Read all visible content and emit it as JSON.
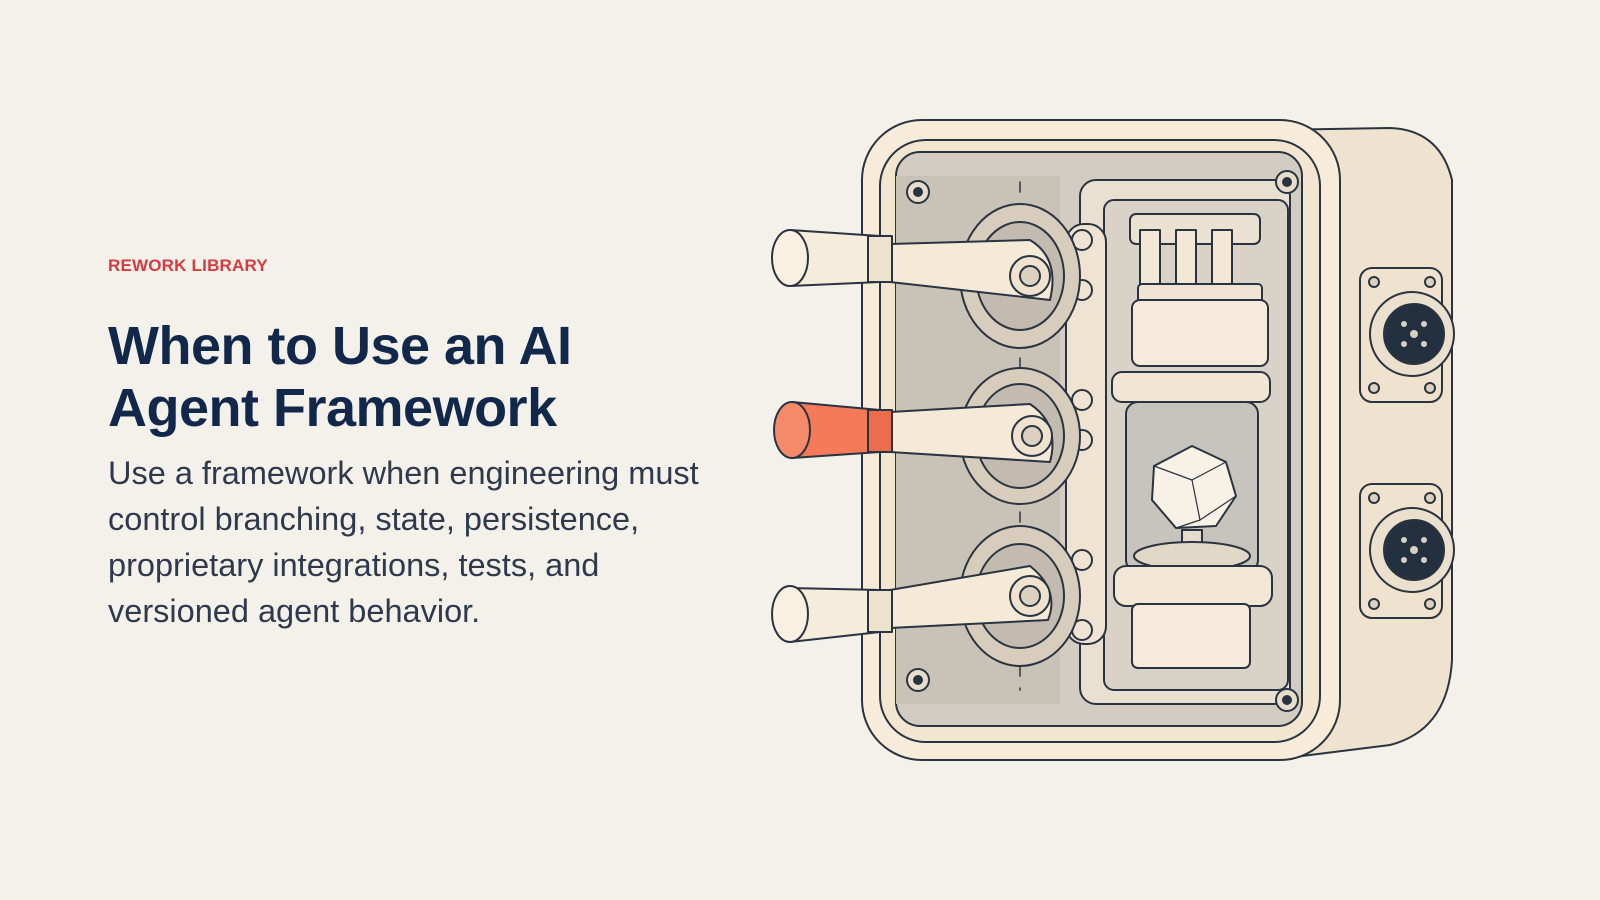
{
  "eyebrow": "REWORK LIBRARY",
  "title": "When to Use an AI Agent Framework",
  "subtitle": "Use a framework when engineering must control branching, state, persistence, proprietary integrations, tests, and versioned agent behavior.",
  "colors": {
    "background": "#f4f1eb",
    "accent": "#d8393f",
    "title": "#12284a",
    "body": "#2e3a4c",
    "lever_active": "#f47a5a",
    "outline": "#2a3440"
  },
  "illustration": {
    "subject": "open junction-box with three levers, one highlighted",
    "icons": [
      "lever-icon",
      "connector-icon",
      "crystal-chamber-icon"
    ]
  }
}
